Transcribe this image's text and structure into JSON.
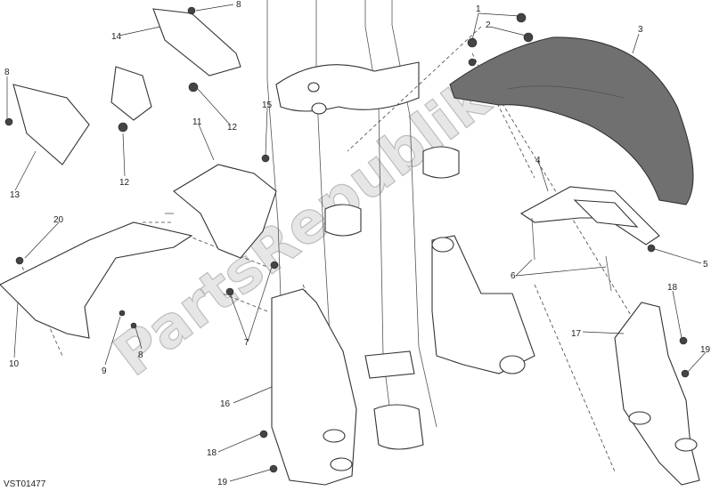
{
  "diagram": {
    "watermark": "PartsRepublik",
    "drawing_code": "VST01477",
    "callouts": [
      {
        "id": "c1",
        "text": "1"
      },
      {
        "id": "c2",
        "text": "2"
      },
      {
        "id": "c3",
        "text": "3"
      },
      {
        "id": "c4",
        "text": "4"
      },
      {
        "id": "c5",
        "text": "5"
      },
      {
        "id": "c6",
        "text": "6"
      },
      {
        "id": "c7",
        "text": "7"
      },
      {
        "id": "c8a",
        "text": "8"
      },
      {
        "id": "c8b",
        "text": "8"
      },
      {
        "id": "c8c",
        "text": "8"
      },
      {
        "id": "c9",
        "text": "9"
      },
      {
        "id": "c10",
        "text": "10"
      },
      {
        "id": "c11",
        "text": "11"
      },
      {
        "id": "c12a",
        "text": "12"
      },
      {
        "id": "c12b",
        "text": "12"
      },
      {
        "id": "c13",
        "text": "13"
      },
      {
        "id": "c14",
        "text": "14"
      },
      {
        "id": "c15",
        "text": "15"
      },
      {
        "id": "c16",
        "text": "16"
      },
      {
        "id": "c17",
        "text": "17"
      },
      {
        "id": "c18a",
        "text": "18"
      },
      {
        "id": "c18b",
        "text": "18"
      },
      {
        "id": "c19a",
        "text": "19"
      },
      {
        "id": "c19b",
        "text": "19"
      },
      {
        "id": "c20",
        "text": "20"
      }
    ]
  }
}
